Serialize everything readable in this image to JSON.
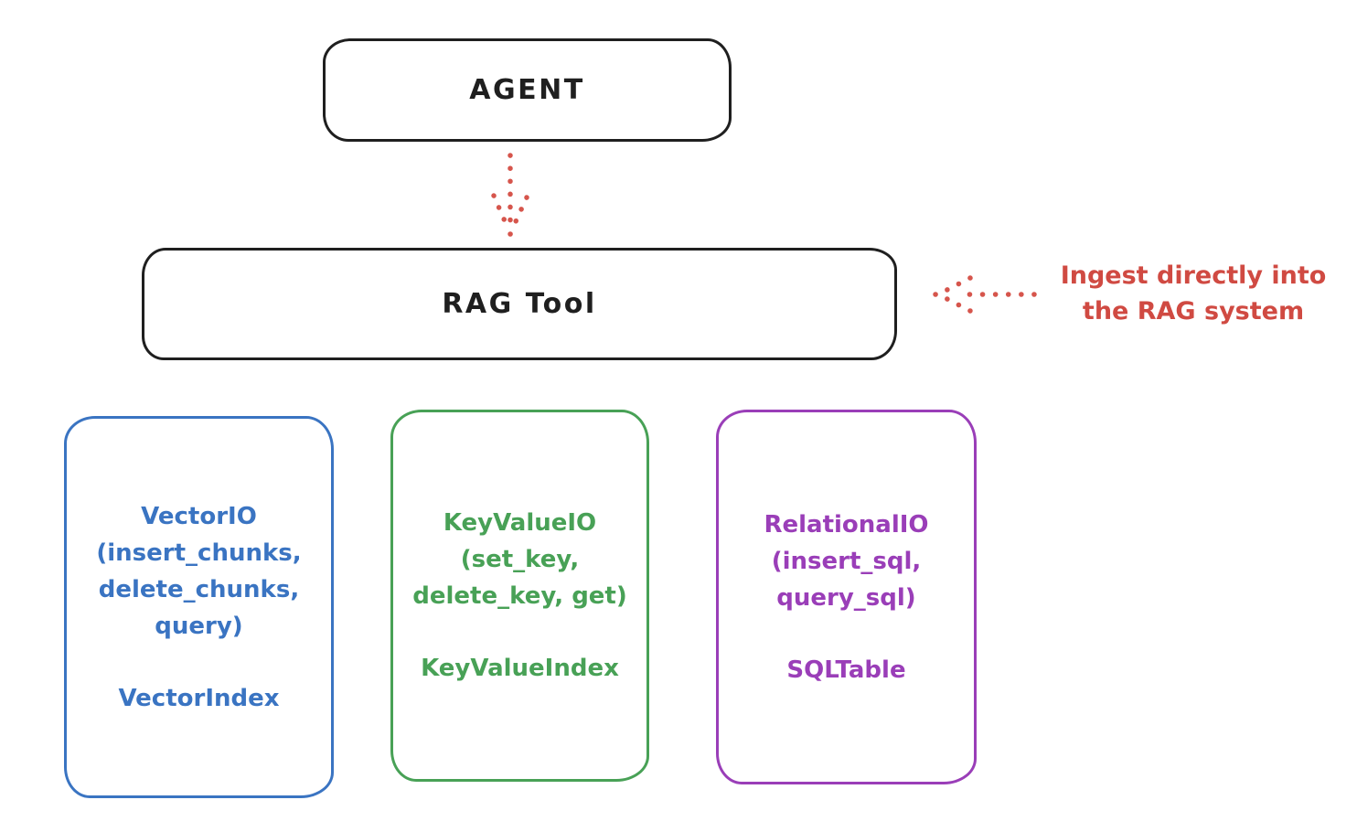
{
  "colors": {
    "ink": "#1f1f1f",
    "red": "#d04a42",
    "arrow_red": "#d6554c",
    "blue": "#3a74c2",
    "green": "#48a156",
    "purple": "#9a3eb8",
    "background": "#ffffff"
  },
  "agent": {
    "label": "AGENT"
  },
  "rag_tool": {
    "label": "RAG Tool"
  },
  "annotation": {
    "text": "Ingest directly into\nthe RAG system"
  },
  "io_boxes": [
    {
      "name": "vector-io",
      "methods": "VectorIO\n(insert_chunks,\ndelete_chunks,\nquery)",
      "index": "VectorIndex",
      "color": "#3a74c2"
    },
    {
      "name": "keyvalue-io",
      "methods": "KeyValueIO\n(set_key,\ndelete_key, get)",
      "index": "KeyValueIndex",
      "color": "#48a156"
    },
    {
      "name": "relational-io",
      "methods": "RelationalIO\n(insert_sql,\nquery_sql)",
      "index": "SQLTable",
      "color": "#9a3eb8"
    }
  ]
}
